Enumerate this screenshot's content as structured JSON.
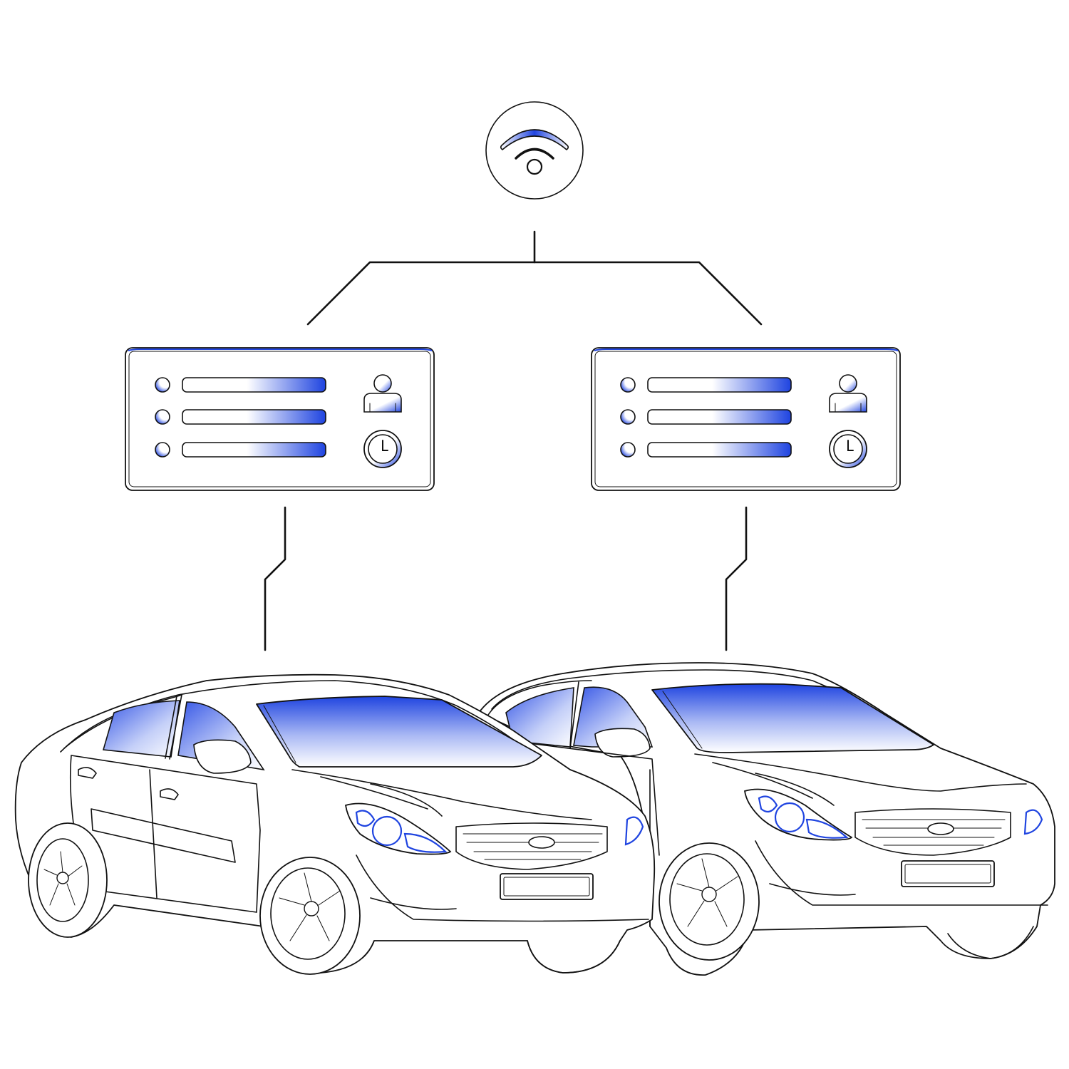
{
  "colors": {
    "accent": "#1f44e0",
    "line": "#111111",
    "background": "#ffffff"
  },
  "icons": {
    "hub": "wifi-icon",
    "card_person": "person-icon",
    "card_clock": "clock-icon"
  },
  "cards": [
    {
      "name": "left",
      "rows": 3
    },
    {
      "name": "right",
      "rows": 3
    }
  ],
  "vehicles": [
    {
      "name": "left-car"
    },
    {
      "name": "right-car"
    }
  ]
}
